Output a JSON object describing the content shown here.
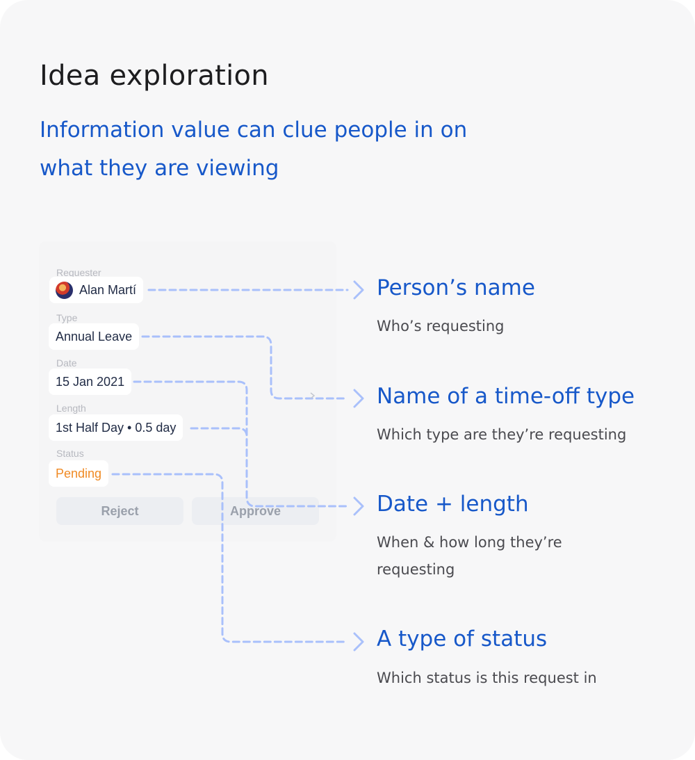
{
  "heading": "Idea exploration",
  "subheading": "Information value can clue people in on what they are viewing",
  "card": {
    "requester_label": "Requester",
    "requester_name": "Alan Martí",
    "type_label": "Type",
    "type_value": "Annual Leave",
    "date_label": "Date",
    "date_value": "15 Jan 2021",
    "length_label": "Length",
    "length_value": "1st Half Day • 0.5 day",
    "status_label": "Status",
    "status_value": "Pending",
    "reject_label": "Reject",
    "approve_label": "Approve"
  },
  "annotations": [
    {
      "title": "Person’s name",
      "description": "Who’s requesting"
    },
    {
      "title": "Name of a time-off type",
      "description": "Which type are they’re requesting"
    },
    {
      "title": "Date + length",
      "description": "When & how long they’re requesting"
    },
    {
      "title": "A type of status",
      "description": "Which status is this request in"
    }
  ],
  "colors": {
    "accent": "#1758c9",
    "connector": "#a9c0fb",
    "pending": "#f08a24",
    "background": "#f7f7f8"
  }
}
